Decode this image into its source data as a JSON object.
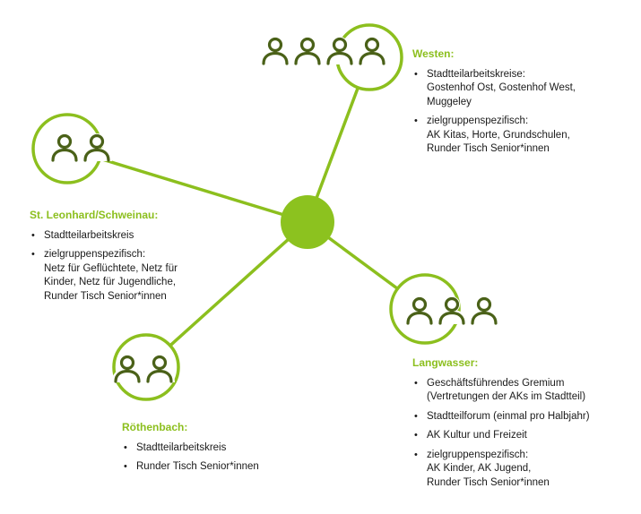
{
  "colors": {
    "accent": "#8cbf1e",
    "hub": "#8cc21f",
    "icon": "#4a6118",
    "text": "#1a1a1a"
  },
  "nodes": [
    {
      "id": "westen",
      "title": "Westen:",
      "people_count": 4,
      "icon": "people-icon",
      "items": [
        {
          "lines": [
            "Stadtteilarbeitskreise:",
            "Gostenhof Ost, Gostenhof West,",
            "Muggeley"
          ]
        },
        {
          "lines": [
            "zielgruppenspezifisch:",
            "AK Kitas, Horte, Grundschulen,",
            "Runder Tisch Senior*innen"
          ]
        }
      ]
    },
    {
      "id": "st-leonhard",
      "title": "St. Leonhard/Schweinau:",
      "people_count": 2,
      "icon": "people-icon",
      "items": [
        {
          "lines": [
            "Stadtteilarbeitskreis"
          ]
        },
        {
          "lines": [
            "zielgruppenspezifisch:",
            "Netz für Geflüchtete, Netz für",
            "Kinder, Netz für Jugendliche,",
            "Runder Tisch Senior*innen"
          ]
        }
      ]
    },
    {
      "id": "langwasser",
      "title": "Langwasser:",
      "people_count": 3,
      "icon": "people-icon",
      "items": [
        {
          "lines": [
            "Geschäftsführendes Gremium",
            "(Vertretungen der AKs im Stadtteil)"
          ]
        },
        {
          "lines": [
            "Stadtteilforum (einmal pro Halbjahr)"
          ]
        },
        {
          "lines": [
            "AK Kultur und Freizeit"
          ]
        },
        {
          "lines": [
            "zielgruppenspezifisch:",
            "AK Kinder, AK Jugend,",
            "Runder Tisch Senior*innen"
          ]
        }
      ]
    },
    {
      "id": "roethenbach",
      "title": "Röthenbach:",
      "people_count": 2,
      "icon": "people-icon",
      "items": [
        {
          "lines": [
            "Stadtteilarbeitskreis"
          ]
        },
        {
          "lines": [
            "Runder Tisch Senior*innen"
          ]
        }
      ]
    }
  ]
}
